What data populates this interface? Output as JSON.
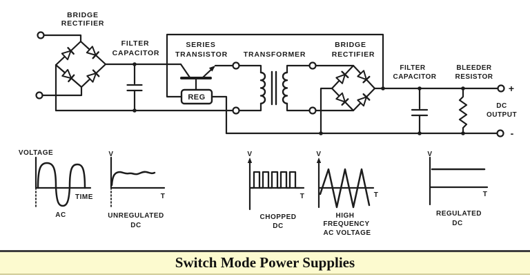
{
  "colors": {
    "ink": "#1c1c1c",
    "background": "#ffffff",
    "title_background": "#fcfacf",
    "title_text": "#111111",
    "title_rule": "#3d3d3d"
  },
  "title_bar": {
    "title": "Switch Mode Power Supplies"
  },
  "circuit": {
    "components": {
      "bridge_rectifier_1": {
        "label_line1": "BRIDGE",
        "label_line2": "RECTIFIER"
      },
      "filter_capacitor_1": {
        "label_line1": "FILTER",
        "label_line2": "CAPACITOR"
      },
      "series_transistor": {
        "label_line1": "SERIES",
        "label_line2": "TRANSISTOR"
      },
      "regulator": {
        "label": "REG"
      },
      "transformer": {
        "label": "TRANSFORMER"
      },
      "bridge_rectifier_2": {
        "label_line1": "BRIDGE",
        "label_line2": "RECTIFIER"
      },
      "filter_capacitor_2": {
        "label_line1": "FILTER",
        "label_line2": "CAPACITOR"
      },
      "bleeder_resistor": {
        "label_line1": "BLEEDER",
        "label_line2": "RESISTOR"
      },
      "dc_output": {
        "label_line1": "DC",
        "label_line2": "OUTPUT",
        "positive": "+",
        "negative": "-"
      }
    },
    "waveforms": [
      {
        "name": "ac-input",
        "y_axis": "VOLTAGE",
        "x_axis": "TIME",
        "caption_line1": "AC"
      },
      {
        "name": "unregulated-dc",
        "y_axis": "V",
        "x_axis": "T",
        "caption_line1": "UNREGULATED",
        "caption_line2": "DC"
      },
      {
        "name": "chopped-dc",
        "y_axis": "V",
        "x_axis": "T",
        "caption_line1": "CHOPPED",
        "caption_line2": "DC"
      },
      {
        "name": "high-freq-ac",
        "y_axis": "V",
        "x_axis": "T",
        "caption_line1": "HIGH",
        "caption_line2": "FREQUENCY",
        "caption_line3": "AC VOLTAGE"
      },
      {
        "name": "regulated-dc",
        "y_axis": "V",
        "x_axis": "T",
        "caption_line1": "REGULATED",
        "caption_line2": "DC"
      }
    ]
  }
}
